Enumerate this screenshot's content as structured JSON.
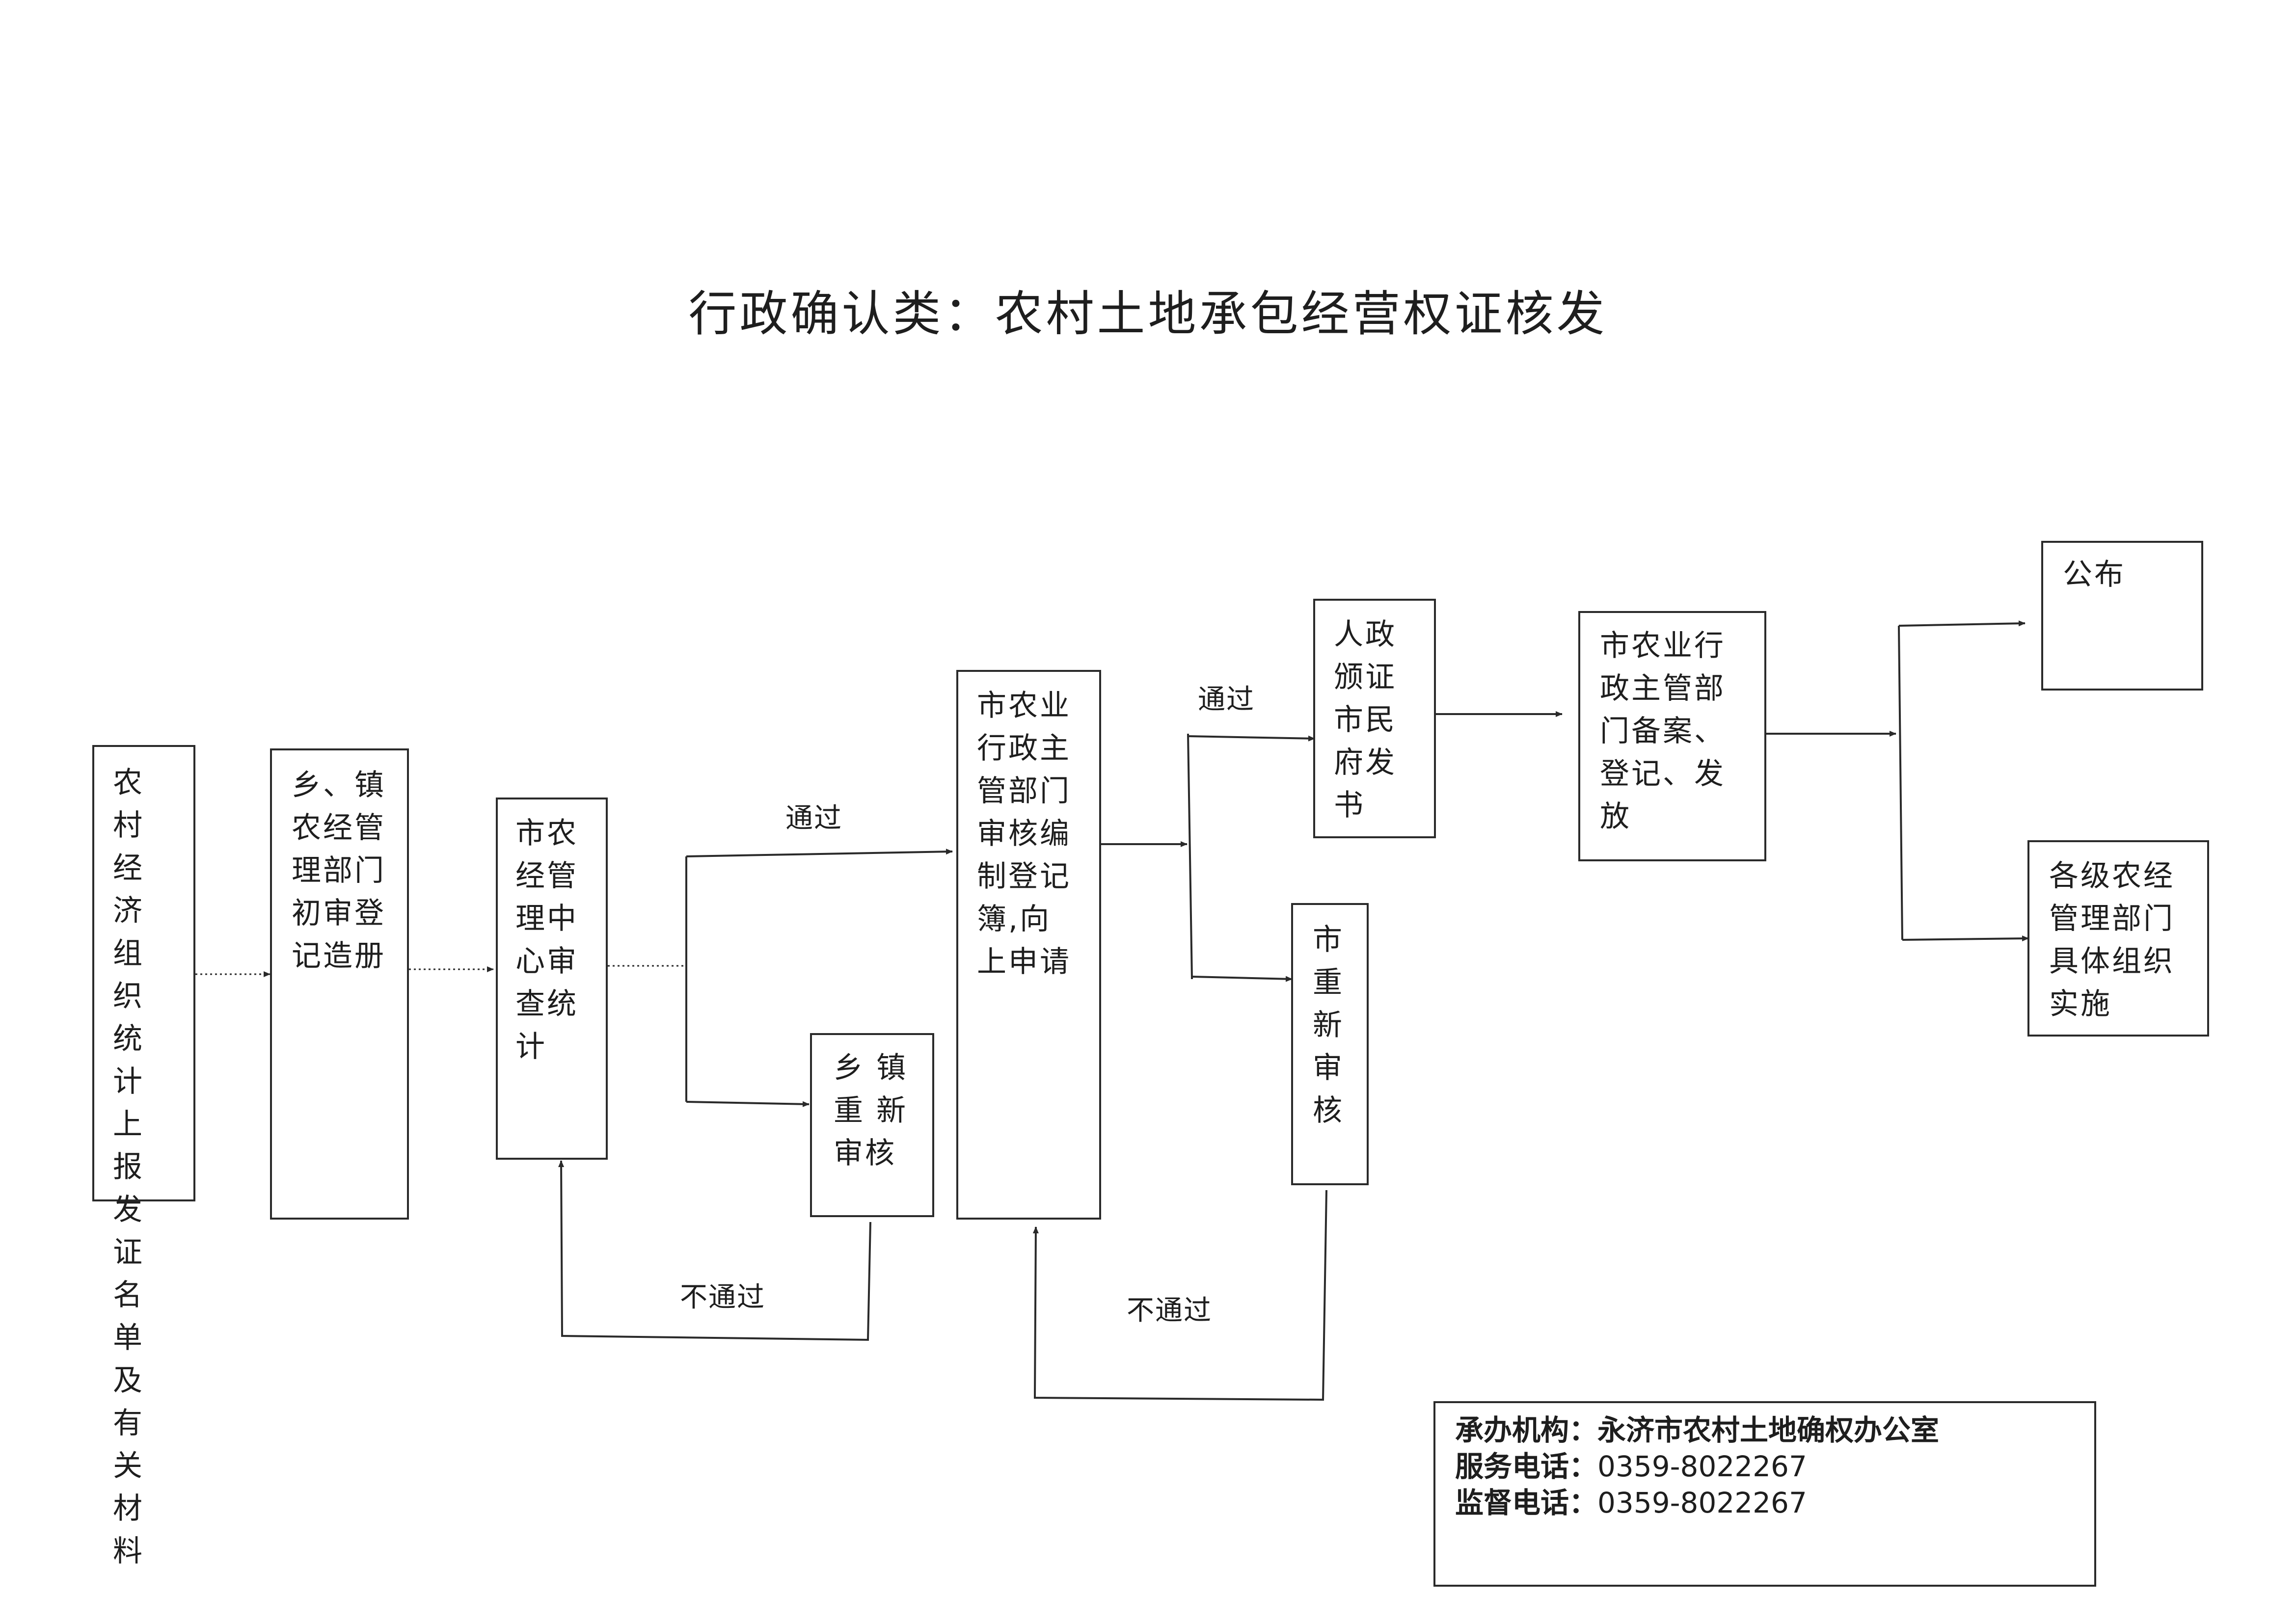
{
  "title": "行政确认类：农村土地承包经营权证核发",
  "nodes": {
    "village_report": "农村经济组织统计上报发证名单及有关材料",
    "township_review": "乡、镇农经管理部门初审登记造册",
    "city_center_review": "市农经管理中心审查统计",
    "township_rereview": "乡 镇重 新审核",
    "city_agri_register": "市农业行政主管部门审核编制登记簿,向上申请",
    "city_gov_issue": "人政颁证市民府发书",
    "city_rereview": "市重新审核",
    "city_agri_file": "市农业行政主管部门备案、登记、发放",
    "publish": "公布",
    "levels_implement": "各级农经管理部门具体组织实施"
  },
  "edge_labels": {
    "pass_1": "通过",
    "fail_1": "不通过",
    "pass_2": "通过",
    "fail_2": "不通过"
  },
  "info": {
    "org_label": "承办机构：",
    "org_value": "永济市农村土地确权办公室",
    "service_label": "服务电话：",
    "service_value": "0359-8022267",
    "supervise_label": "监督电话：",
    "supervise_value": "0359-8022267"
  }
}
